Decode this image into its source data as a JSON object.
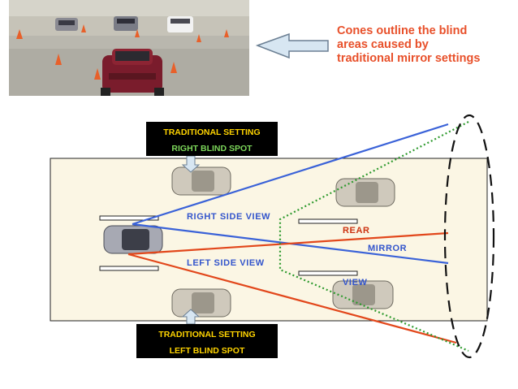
{
  "caption": {
    "line1": "Cones outline the blind",
    "line2": "areas caused by",
    "line3": "traditional mirror settings"
  },
  "right_blind_label": {
    "line1": "TRADITIONAL SETTING",
    "line2": "RIGHT BLIND SPOT"
  },
  "left_blind_label": {
    "line1": "TRADITIONAL SETTING",
    "line2": "LEFT BLIND SPOT"
  },
  "view_labels": {
    "right_side_view": "RIGHT SIDE VIEW",
    "left_side_view": "LEFT SIDE VIEW",
    "rear": "REAR",
    "mirror": "MIRROR",
    "view": "VIEW"
  },
  "colors": {
    "caption_text": "#e8502a",
    "right_view_line": "#3a62d8",
    "left_view_line": "#e2471b",
    "rear_view_dotted": "#2e9a2e",
    "road_fill": "#fbf6e4",
    "label_box_bg": "#000000",
    "label_yellow": "#ffd400",
    "label_green": "#7cd65a"
  },
  "icons": {
    "arrow": "left-pointing-arrow-icon",
    "photo": "parking-lot-cones-photo"
  }
}
